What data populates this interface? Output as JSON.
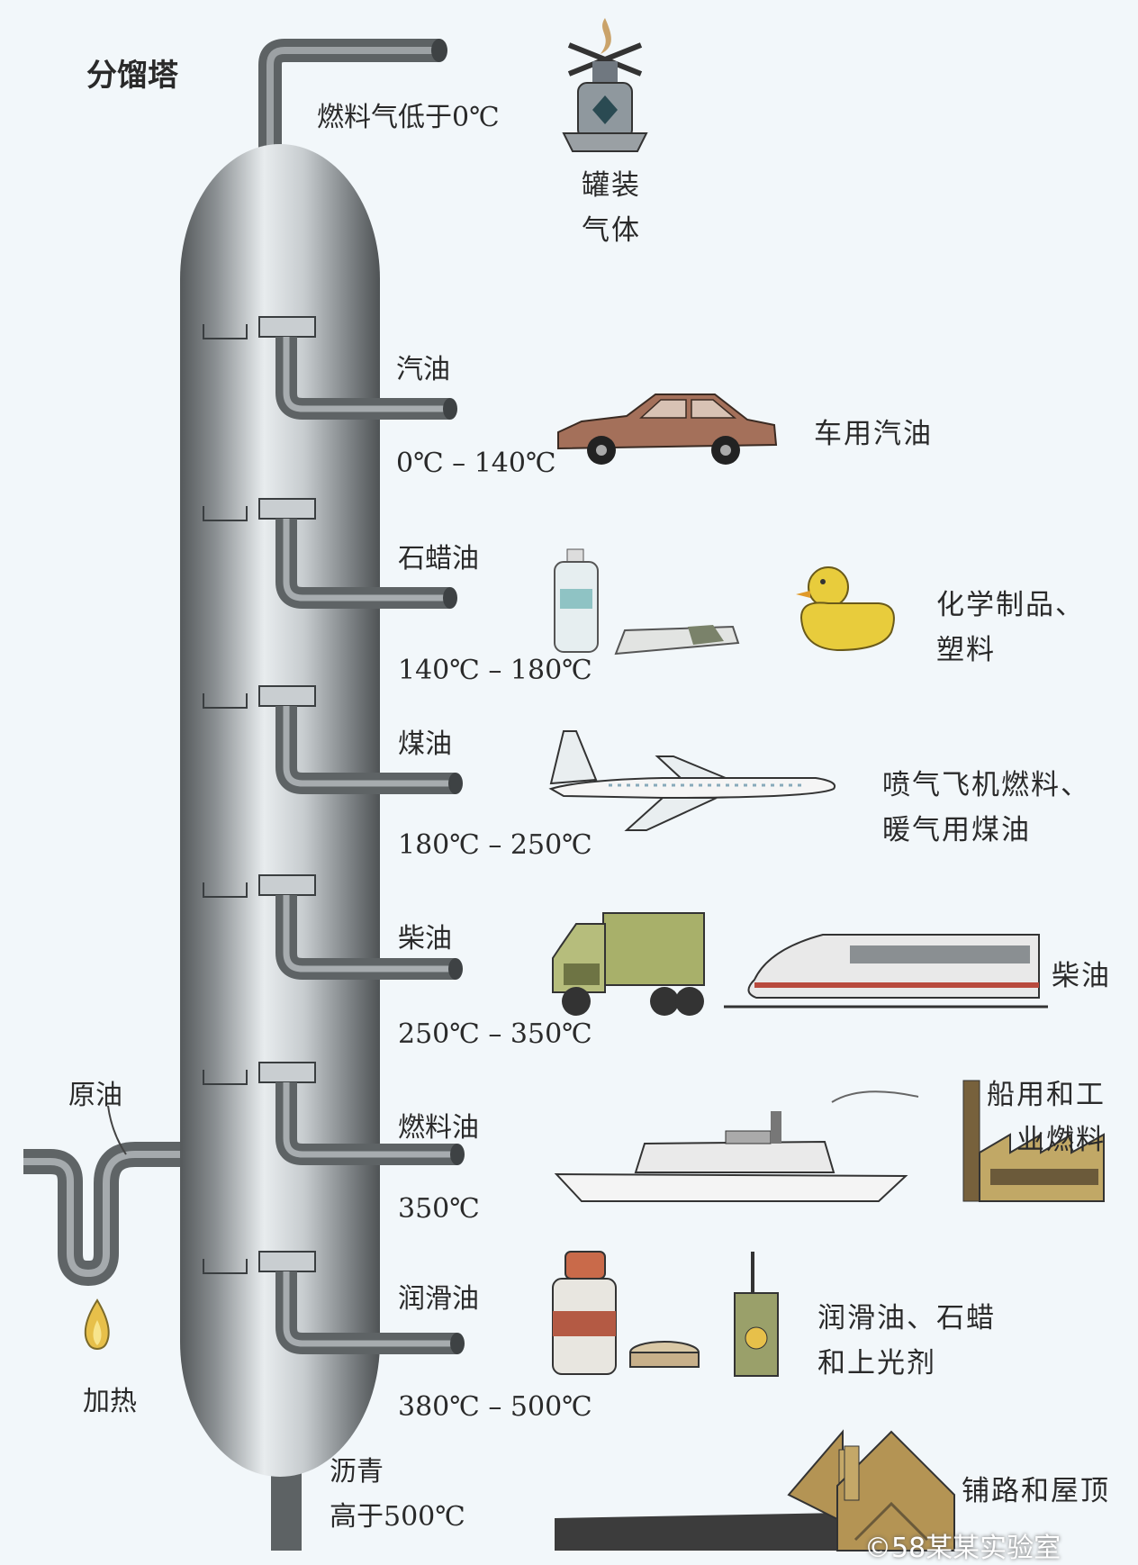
{
  "title": "分馏塔",
  "top_gas": {
    "label": "燃料气低于0℃",
    "use": "罐装\n气体"
  },
  "fractions": [
    {
      "name": "汽油",
      "temp": "0℃ – 140℃",
      "use": "车用汽油"
    },
    {
      "name": "石蜡油",
      "temp": "140℃ – 180℃",
      "use": "化学制品、\n塑料"
    },
    {
      "name": "煤油",
      "temp": "180℃ – 250℃",
      "use": "喷气飞机燃料、\n暖气用煤油"
    },
    {
      "name": "柴油",
      "temp": "250℃ – 350℃",
      "use": "柴油"
    },
    {
      "name": "燃料油",
      "temp": "350℃",
      "use": "船用和工\n业燃料"
    },
    {
      "name": "润滑油",
      "temp": "380℃ – 500℃",
      "use": "润滑油、石蜡\n和上光剂"
    }
  ],
  "bottom": {
    "name": "沥青",
    "temp": "高于500℃",
    "use": "铺路和屋顶"
  },
  "crude_oil": "原油",
  "heating": "加热",
  "watermark": "©58某某实验室",
  "colors": {
    "tower_dark": "#5f6466",
    "tower_light": "#e6eaec",
    "pipe": "#6e7375",
    "car": "#a4705a",
    "duck": "#e8cc3c",
    "truck": "#a8b06a"
  }
}
